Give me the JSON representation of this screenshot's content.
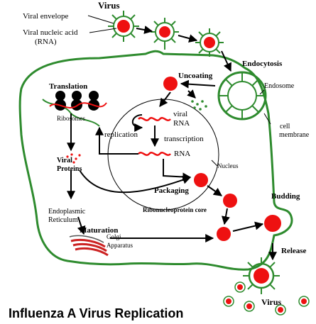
{
  "labels": {
    "virus_top": "Virus",
    "viral_envelope": "Viral envelope",
    "viral_nucleic_acid_line1": "Viral nucleic acid",
    "viral_nucleic_acid_line2": "(RNA)",
    "endocytosis": "Endocytosis",
    "uncoating": "Uncoating",
    "endosome": "Endosome",
    "cell_membrane_line1": "cell",
    "cell_membrane_line2": "membrane",
    "translation": "Translation",
    "ribosomes": "Ribosomes",
    "viral_rna_line1": "viral",
    "viral_rna_line2": "RNA",
    "replication": "replication",
    "transcription": "transcription",
    "rna": "RNA",
    "nucleus": "Nucleus",
    "viral_proteins_line1": "Viral",
    "viral_proteins_line2": "Proteins",
    "packaging": "Packaging",
    "budding": "Budding",
    "ribonucleoprotein_core": "Ribonucleoprotein core",
    "er_line1": "Endoplasmic",
    "er_line2": "Reticulum",
    "maturation": "Maturation",
    "golgi_line1": "Golgi",
    "golgi_line2": "Apparatus",
    "release": "Release",
    "virus_bottom": "Virus",
    "title": "Influenza A Virus Replication"
  },
  "colors": {
    "membrane": "#2e8b2e",
    "spike": "#2e8b2e",
    "core": "#ee1111",
    "rna": "#ee1111",
    "line": "#000000"
  }
}
